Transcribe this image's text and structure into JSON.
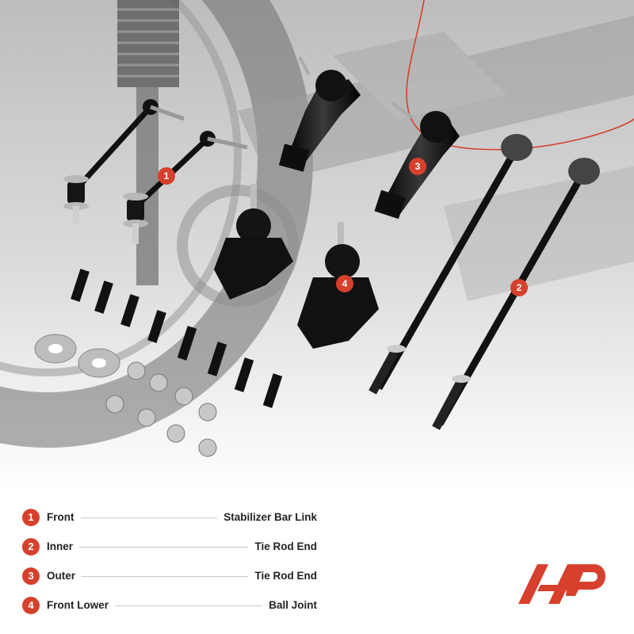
{
  "colors": {
    "accent": "#d6402c",
    "part_black": "#141414",
    "background_gray": "#d9d9d9"
  },
  "callouts": [
    "1",
    "2",
    "3",
    "4"
  ],
  "legend": [
    {
      "num": "1",
      "left": "Front",
      "right": "Stabilizer Bar Link"
    },
    {
      "num": "2",
      "left": "Inner",
      "right": "Tie Rod End"
    },
    {
      "num": "3",
      "left": "Outer",
      "right": "Tie Rod End"
    },
    {
      "num": "4",
      "left": "Front Lower",
      "right": "Ball Joint"
    }
  ],
  "logo": {
    "icon": "brand-logo-icon"
  }
}
